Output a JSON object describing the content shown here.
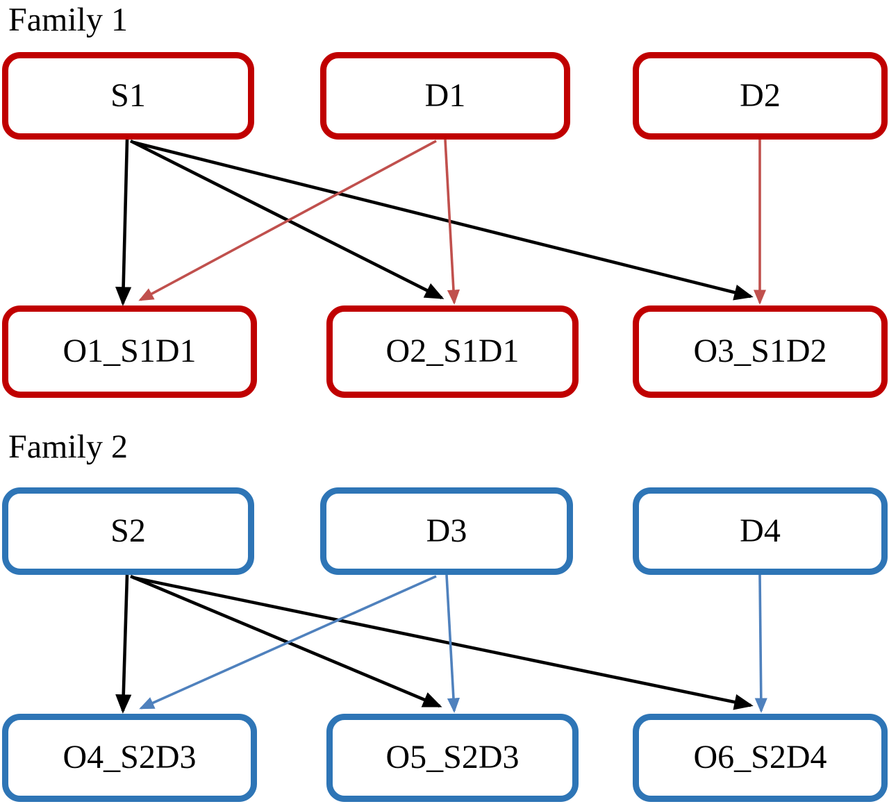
{
  "colors": {
    "black_arrow": "#000000",
    "family1_border": "#C00000",
    "family1_arrow": "#C0504D",
    "family2_border": "#2E75B6",
    "family2_arrow": "#4F81BD",
    "text": "#000000",
    "background": "#FFFFFF"
  },
  "families": [
    {
      "label": "Family 1",
      "border_color_key": "family1_border",
      "arrow_color_key": "family1_arrow",
      "nodes": [
        {
          "id": "S1",
          "label": "S1",
          "role": "sire"
        },
        {
          "id": "D1",
          "label": "D1",
          "role": "dam"
        },
        {
          "id": "D2",
          "label": "D2",
          "role": "dam"
        },
        {
          "id": "O1",
          "label": "O1_S1D1",
          "role": "offspring"
        },
        {
          "id": "O2",
          "label": "O2_S1D1",
          "role": "offspring"
        },
        {
          "id": "O3",
          "label": "O3_S1D2",
          "role": "offspring"
        }
      ],
      "edges": [
        {
          "from": "S1",
          "to": "O1",
          "color_key": "black_arrow"
        },
        {
          "from": "S1",
          "to": "O2",
          "color_key": "black_arrow"
        },
        {
          "from": "S1",
          "to": "O3",
          "color_key": "black_arrow"
        },
        {
          "from": "D1",
          "to": "O1",
          "color_key": "family1_arrow"
        },
        {
          "from": "D1",
          "to": "O2",
          "color_key": "family1_arrow"
        },
        {
          "from": "D2",
          "to": "O3",
          "color_key": "family1_arrow"
        }
      ]
    },
    {
      "label": "Family 2",
      "border_color_key": "family2_border",
      "arrow_color_key": "family2_arrow",
      "nodes": [
        {
          "id": "S2",
          "label": "S2",
          "role": "sire"
        },
        {
          "id": "D3",
          "label": "D3",
          "role": "dam"
        },
        {
          "id": "D4",
          "label": "D4",
          "role": "dam"
        },
        {
          "id": "O4",
          "label": "O4_S2D3",
          "role": "offspring"
        },
        {
          "id": "O5",
          "label": "O5_S2D3",
          "role": "offspring"
        },
        {
          "id": "O6",
          "label": "O6_S2D4",
          "role": "offspring"
        }
      ],
      "edges": [
        {
          "from": "S2",
          "to": "O4",
          "color_key": "black_arrow"
        },
        {
          "from": "S2",
          "to": "O5",
          "color_key": "black_arrow"
        },
        {
          "from": "S2",
          "to": "O6",
          "color_key": "black_arrow"
        },
        {
          "from": "D3",
          "to": "O4",
          "color_key": "family2_arrow"
        },
        {
          "from": "D3",
          "to": "O5",
          "color_key": "family2_arrow"
        },
        {
          "from": "D4",
          "to": "O6",
          "color_key": "family2_arrow"
        }
      ]
    }
  ]
}
